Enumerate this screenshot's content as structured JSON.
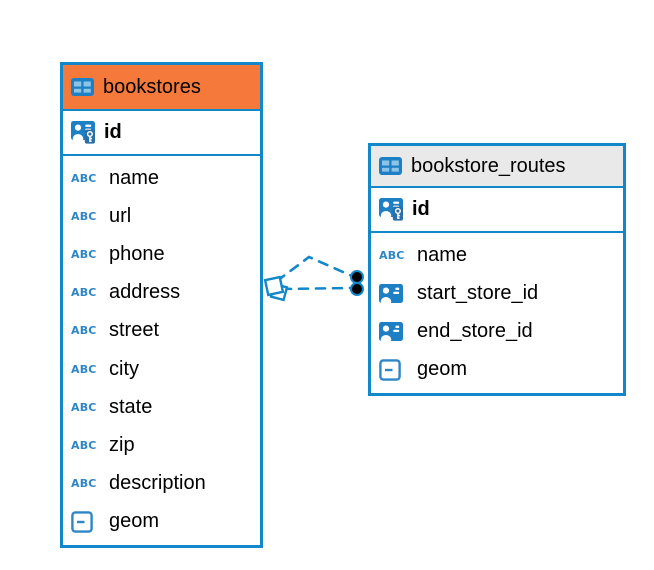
{
  "icons": {
    "abc_label": "ABC",
    "table_icon": "table-icon",
    "primary_key_icon": "person-with-key-icon",
    "reference_icon": "person-card-icon",
    "geometry_icon": "geometry-box-icon"
  },
  "colors": {
    "accent_blue": "#1287c9",
    "icon_blue": "#1e80c4",
    "icon_blue_light": "#8cc4e8",
    "key_patch_blue": "#2b6ea8",
    "header_orange": "#f5793b",
    "header_gray": "#e9e9e9",
    "text": "#000000",
    "endpoint_black": "#000000",
    "background": "#ffffff"
  },
  "tables": [
    {
      "name": "bookstores",
      "header_style": "orange",
      "primary_key": {
        "label": "id"
      },
      "columns": [
        {
          "label": "name",
          "type": "text"
        },
        {
          "label": "url",
          "type": "text"
        },
        {
          "label": "phone",
          "type": "text"
        },
        {
          "label": "address",
          "type": "text"
        },
        {
          "label": "street",
          "type": "text"
        },
        {
          "label": "city",
          "type": "text"
        },
        {
          "label": "state",
          "type": "text"
        },
        {
          "label": "zip",
          "type": "text"
        },
        {
          "label": "description",
          "type": "text"
        },
        {
          "label": "geom",
          "type": "geometry"
        }
      ]
    },
    {
      "name": "bookstore_routes",
      "header_style": "gray",
      "primary_key": {
        "label": "id"
      },
      "columns": [
        {
          "label": "name",
          "type": "text"
        },
        {
          "label": "start_store_id",
          "type": "reference"
        },
        {
          "label": "end_store_id",
          "type": "reference"
        },
        {
          "label": "geom",
          "type": "geometry"
        }
      ]
    }
  ],
  "relationships": [
    {
      "from_table": "bookstores",
      "to_table": "bookstore_routes",
      "line_style": "dashed",
      "from_marker": "diamond",
      "to_marker": "dot"
    },
    {
      "from_table": "bookstores",
      "to_table": "bookstore_routes",
      "line_style": "dashed",
      "from_marker": "diamond",
      "to_marker": "dot"
    }
  ]
}
